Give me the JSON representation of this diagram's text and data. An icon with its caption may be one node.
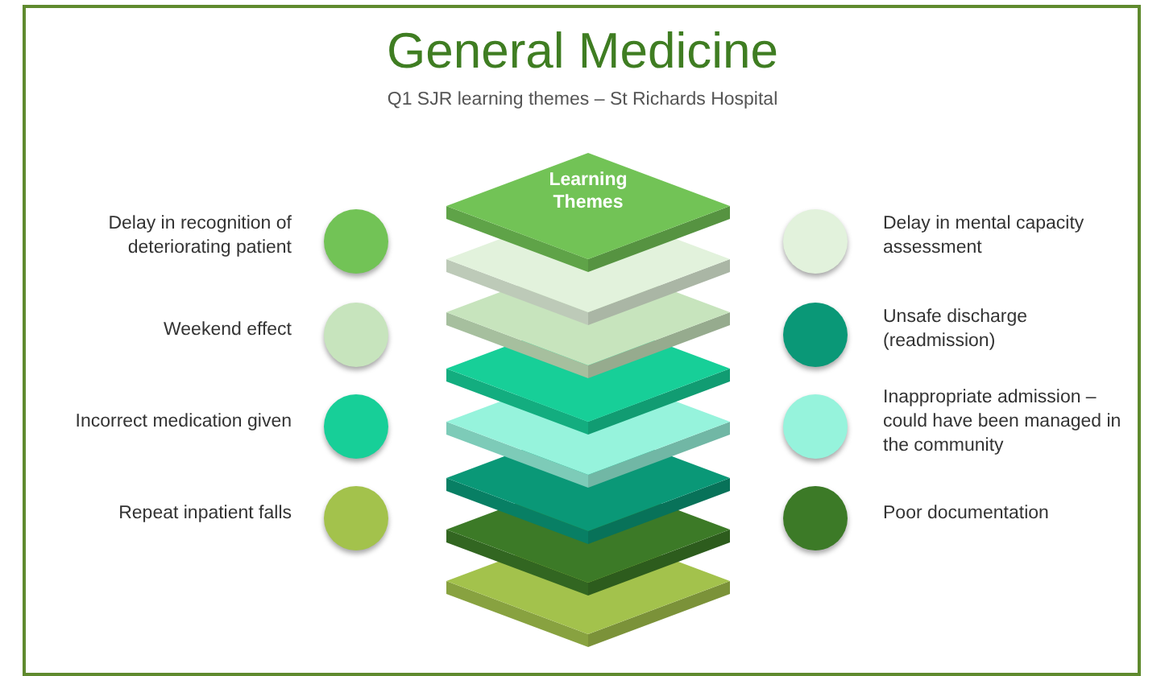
{
  "diagram": {
    "title": "General Medicine",
    "nodes": [
      {
        "text": [
          "Learning Themes"
        ]
      }
    ],
    "labels": [
      "Q1 SJR learning themes – St Richards Hospital"
    ],
    "legend": [
      {
        "text": "Delay in recognition of deteriorating patient",
        "color": "#72c356"
      },
      {
        "text": "Weekend effect",
        "color": "#c7e4bd"
      },
      {
        "text": "Incorrect medication given",
        "color": "#17cf98"
      },
      {
        "text": "Repeat inpatient falls",
        "color": "#a3c24c"
      },
      {
        "text": "Delay in mental capacity assessment",
        "color": "#e2f2dc"
      },
      {
        "text": "Unsafe discharge (readmission)",
        "color": "#0a9877"
      },
      {
        "text": "Inappropriate admission – could have been managed in the community",
        "color": "#96f3dc"
      },
      {
        "text": "Poor documentation",
        "color": "#3c7a27"
      }
    ]
  }
}
